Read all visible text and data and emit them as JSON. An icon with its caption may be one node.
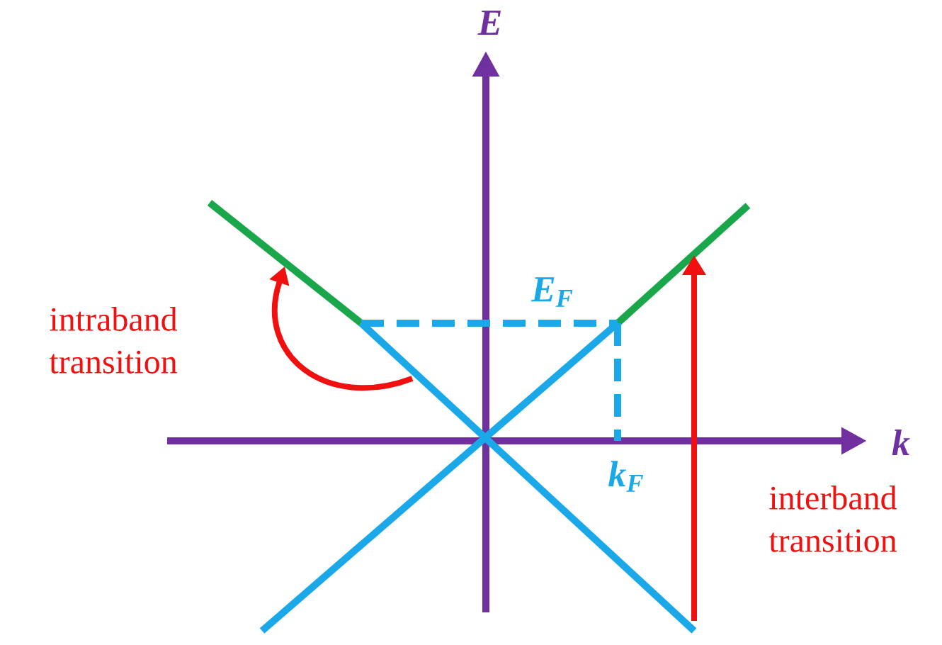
{
  "diagram": {
    "labels": [
      "E",
      "E$_{F}$",
      "intraband transition",
      "k",
      "k$_{F}$",
      "interband transition"
    ]
  }
}
